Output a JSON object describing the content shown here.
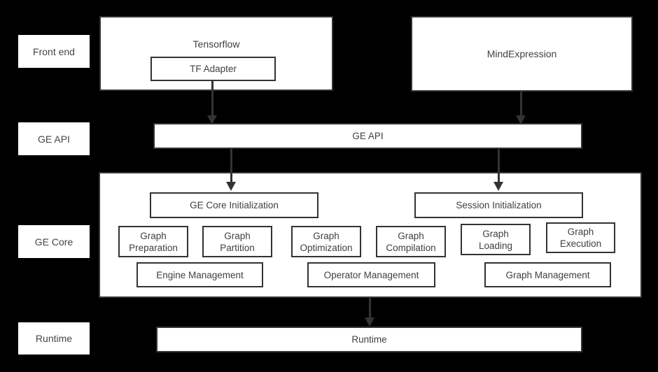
{
  "colors": {
    "background": "#000000",
    "box_fill": "#ffffff",
    "box_border": "#333333",
    "text": "#404040",
    "arrow": "#333333"
  },
  "row_labels": [
    {
      "label": "Front end"
    },
    {
      "label": "GE API"
    },
    {
      "label": "GE Core"
    },
    {
      "label": "Runtime"
    }
  ],
  "front_end": {
    "tensorflow": {
      "label": "Tensorflow",
      "adapter_label": "TF Adapter"
    },
    "mind_expression": {
      "label": "MindExpression"
    }
  },
  "ge_api_bar": {
    "label": "GE API"
  },
  "ge_core": {
    "init_boxes": [
      "GE Core Initialization",
      "Session Initialization"
    ],
    "function_boxes": [
      "Graph\nPreparation",
      "Graph\nPartition",
      "Graph\nOptimization",
      "Graph\nCompilation",
      "Graph\nLoading",
      "Graph\nExecution"
    ],
    "management_boxes": [
      "Engine Management",
      "Operator Management",
      "Graph Management"
    ]
  },
  "runtime_bar": {
    "label": "Runtime"
  }
}
